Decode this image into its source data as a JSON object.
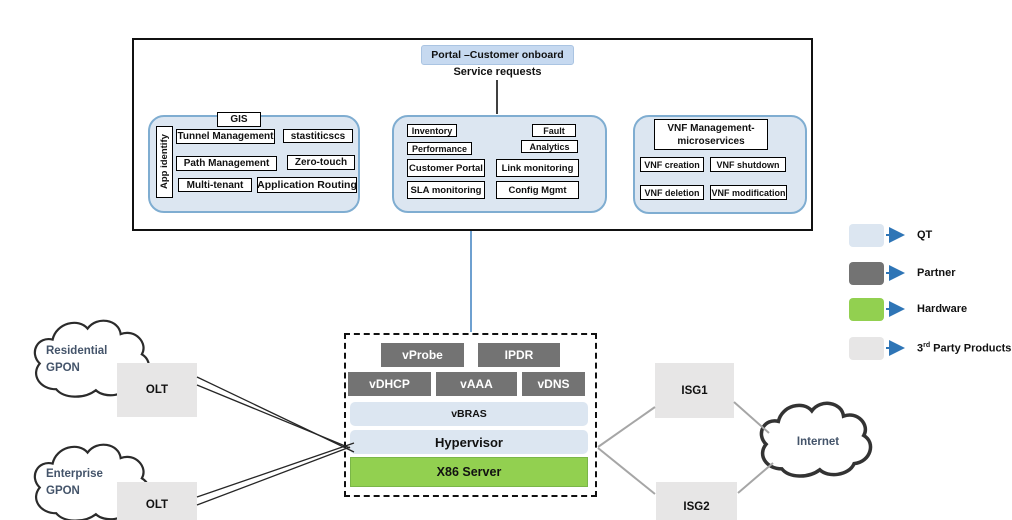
{
  "title_box": {
    "portal": "Portal –Customer onboard",
    "service_requests": "Service requests"
  },
  "gis_group": {
    "title": "GIS",
    "side_label": "App identify",
    "items": [
      "Tunnel Management",
      "stastiticscs",
      "Path Management",
      "Zero-touch",
      "Multi-tenant",
      "Application Routing"
    ]
  },
  "service_group": {
    "items": [
      "Inventory",
      "Fault",
      "Performance",
      "Analytics",
      "Customer Portal",
      "Link monitoring",
      "SLA monitoring",
      "Config Mgmt"
    ]
  },
  "vnf_group": {
    "title_line1": "VNF  Management-",
    "title_line2": "microservices",
    "items": [
      "VNF creation",
      "VNF shutdown",
      "VNF deletion",
      "VNF modification"
    ]
  },
  "legend": {
    "items": [
      {
        "label": "QT",
        "color": "#dce6f1"
      },
      {
        "label": "Partner",
        "color": "#737373"
      },
      {
        "label": "Hardware",
        "color": "#92d050"
      },
      {
        "label_prefix": "3",
        "label_sup": "rd",
        "label_rest": " Party Products",
        "color": "#e7e6e6"
      }
    ],
    "arrow_color": "#2e75b6"
  },
  "stack": {
    "row1": [
      "vProbe",
      "IPDR"
    ],
    "row2": [
      "vDHCP",
      "vAAA",
      "vDNS"
    ],
    "layers": [
      "vBRAS",
      "Hypervisor",
      "X86 Server"
    ]
  },
  "network": {
    "cloud_residential": "Residential\nGPON",
    "cloud_enterprise": "Enterprise\nGPON",
    "cloud_internet": "Internet",
    "olt1": "OLT",
    "olt2": "OLT",
    "isg1": "ISG1",
    "isg2": "ISG2"
  },
  "colors": {
    "qt_blue": "#dce6f1",
    "partner_gray": "#737373",
    "hardware_green": "#92d050",
    "third_party_gray": "#e7e6e6",
    "arrow_blue": "#2e75b6",
    "group_border_blue": "#7fadd1",
    "portal_blue": "#c6d9f0",
    "connector_blue": "#4a89c4",
    "cloud_text": "#44546a"
  }
}
